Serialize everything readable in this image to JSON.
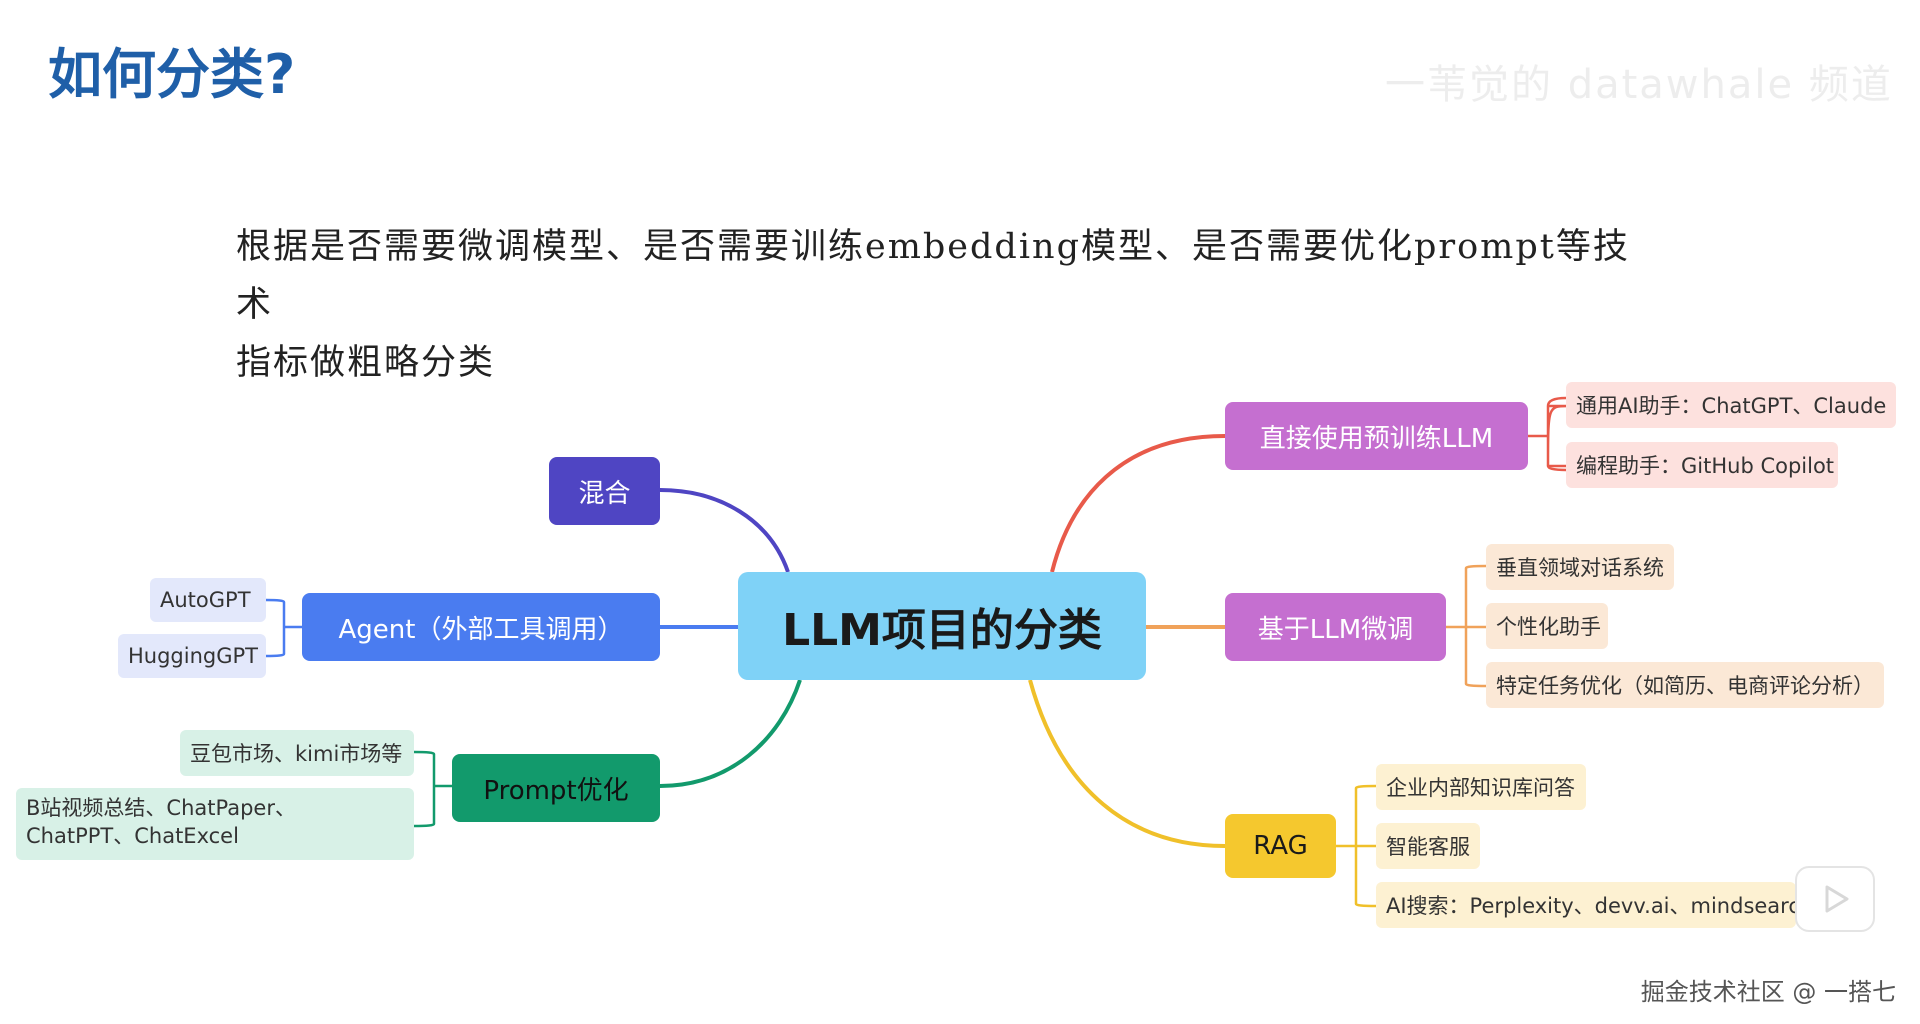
{
  "title": "如何分类?",
  "watermark": "一苇觉的 datawhale 频道",
  "intro": {
    "line1": "根据是否需要微调模型、是否需要训练embedding模型、是否需要优化prompt等技术",
    "line2": "指标做粗略分类"
  },
  "mindmap": {
    "center": "LLM项目的分类",
    "branches": {
      "direct": {
        "label": "直接使用预训练LLM",
        "leaves": [
          "通用AI助手：ChatGPT、Claude",
          "编程助手：GitHub Copilot"
        ]
      },
      "finetune": {
        "label": "基于LLM微调",
        "leaves": [
          "垂直领域对话系统",
          "个性化助手",
          "特定任务优化（如简历、电商评论分析）"
        ]
      },
      "rag": {
        "label": "RAG",
        "leaves": [
          "企业内部知识库问答",
          "智能客服",
          "AI搜索：Perplexity、devv.ai、mindsearch等"
        ]
      },
      "mix": {
        "label": "混合"
      },
      "agent": {
        "label": "Agent（外部工具调用）",
        "leaves": [
          "AutoGPT",
          "HuggingGPT"
        ]
      },
      "prompt": {
        "label": "Prompt优化",
        "leaves": [
          "豆包市场、kimi市场等",
          "B站视频总结、ChatPaper、ChatPPT、ChatExcel"
        ]
      }
    }
  },
  "colors": {
    "title": "#1f5fa8",
    "center": "#7fd2f7",
    "direct": "#c56fd0",
    "finetune": "#c56fd0",
    "rag": "#f5c82e",
    "mix": "#4f45c3",
    "agent": "#4a7cf0",
    "prompt": "#129a6c",
    "direct_leaf_bg": "#fde1de",
    "finetune_leaf_bg": "#fbe8d6",
    "rag_leaf_bg": "#fdf1d2",
    "agent_leaf_bg": "#e3e8fb",
    "prompt_leaf_bg": "#d8f1e7"
  },
  "icons": [
    "bilibili-play-icon"
  ],
  "footer": "掘金技术社区 @ 一搭七"
}
